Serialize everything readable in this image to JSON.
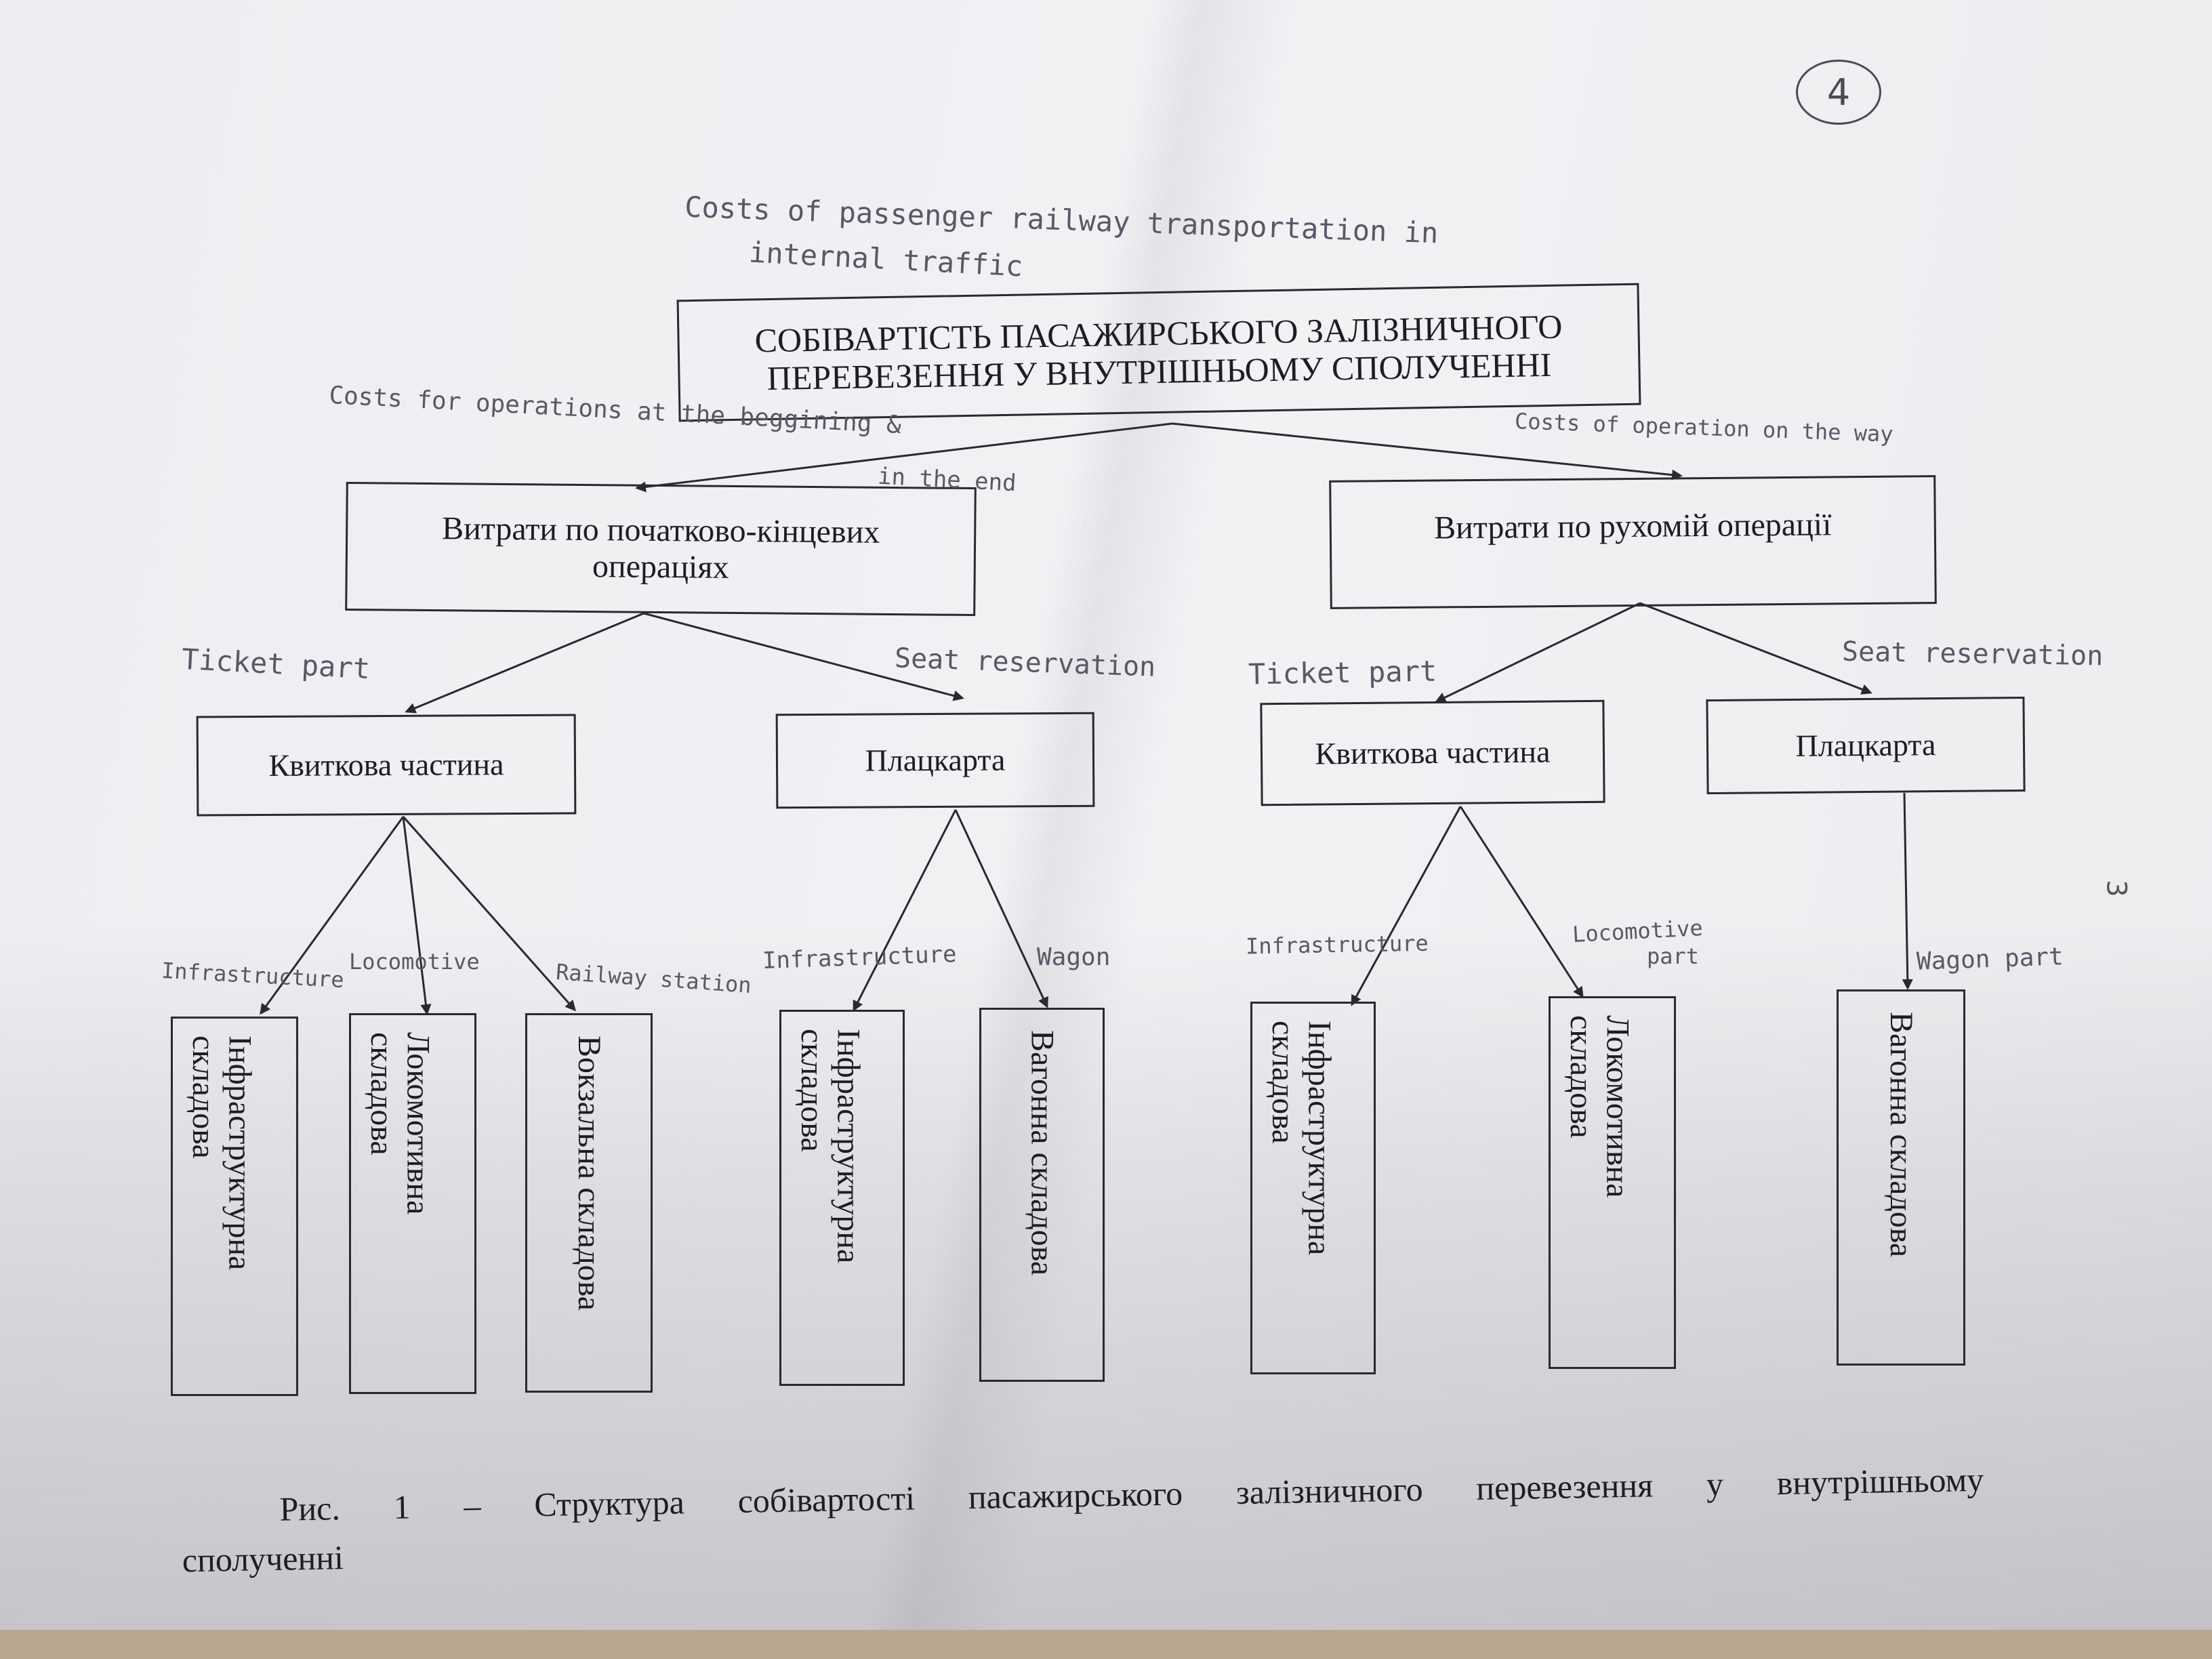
{
  "diagram": {
    "title": "СОБІВАРТІСТЬ ПАСАЖИРСЬКОГО ЗАЛІЗНИЧНОГО ПЕРЕВЕЗЕННЯ У ВНУТРІШНЬОМУ СПОЛУЧЕННІ",
    "left_branch": "Витрати по початково-кінцевих операціях",
    "right_branch": "Витрати по рухомій операції",
    "left_ticket": "Квиткова частина",
    "left_seat": "Плацкарта",
    "right_ticket": "Квиткова частина",
    "right_seat": "Плацкарта",
    "leaves": {
      "l_t_infra": "Інфраструктурна\nскладова",
      "l_t_loco": "Локомотивна\nскладова",
      "l_t_station": "Вокзальна складова",
      "l_s_infra": "Інфраструктурна\nскладова",
      "l_s_wagon": "Вагонна складова",
      "r_t_infra": "Інфраструктурна\nскладова",
      "r_t_loco": "Локомотивна\nскладова",
      "r_s_wagon": "Вагонна складова"
    }
  },
  "annotations": {
    "title_note_1": "Costs of passenger railway transportation in",
    "title_note_2": "internal traffic",
    "left_note_1": "Costs for operations at the beggining &",
    "left_note_2": "in the end",
    "right_note": "Costs of operation on the way",
    "ticket_left": "Ticket part",
    "seat_left": "Seat reservation",
    "ticket_right": "Ticket part",
    "seat_right": "Seat reservation",
    "infra_1": "Infrastructure",
    "loco_1": "Locomotive",
    "station_1": "Railway station",
    "infra_2": "Infrastructure",
    "wagon_2": "Wagon",
    "infra_3": "Infrastructure",
    "loco_3a": "Locomotive",
    "loco_3b": "part",
    "wagon_4": "Wagon part",
    "page_circle": "4",
    "margin_mark": "3"
  },
  "caption": {
    "line1": "Рис. 1 – Структура собівартості пасажирського залізничного перевезення у внутрішньому",
    "line2": "сполученні"
  }
}
